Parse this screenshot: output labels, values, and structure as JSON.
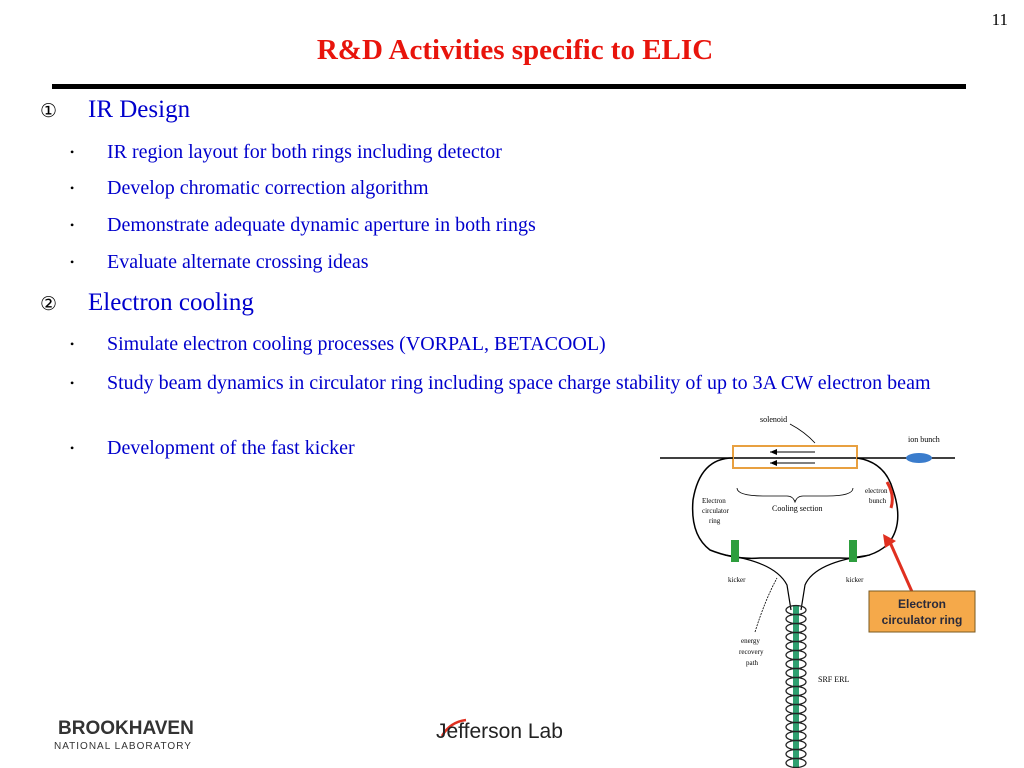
{
  "page_number": "11",
  "title": "R&D Activities specific to ELIC",
  "sections": [
    {
      "marker": "①",
      "heading": "IR Design",
      "bullets": [
        "IR region layout for both rings including detector",
        "Develop chromatic correction algorithm",
        "Demonstrate adequate dynamic aperture in both rings",
        "Evaluate alternate crossing ideas"
      ]
    },
    {
      "marker": "②",
      "heading": "Electron cooling",
      "bullets": [
        "Simulate electron cooling processes (VORPAL, BETACOOL)",
        "Study beam dynamics in circulator ring including space charge stability of up to 3A CW electron beam",
        "Development of the fast kicker"
      ]
    }
  ],
  "bullet_symbol": "•",
  "diagram": {
    "labels": {
      "solenoid": "solenoid",
      "ion_bunch": "ion bunch",
      "electron_bunch_1": "electron",
      "electron_bunch_2": "bunch",
      "electron_circulator_1": "Electron",
      "electron_circulator_2": "circulator",
      "electron_circulator_3": "ring",
      "cooling_section": "Cooling section",
      "kicker_left": "kicker",
      "kicker_right": "kicker",
      "energy_recovery_1": "energy",
      "energy_recovery_2": "recovery",
      "energy_recovery_3": "path",
      "srf_erl": "SRF ERL",
      "callout_1": "Electron",
      "callout_2": "circulator ring"
    },
    "colors": {
      "callout_fill": "#f5a94a",
      "arrow": "#e03020",
      "kicker": "#2e9e3e",
      "solenoid_box": "#e8a040",
      "ion": "#3a7ccc",
      "erl": "#2fa070"
    }
  },
  "logos": {
    "brookhaven_1": "BROOKHAVEN",
    "brookhaven_2": "NATIONAL LABORATORY",
    "jefferson": "Jefferson Lab"
  }
}
